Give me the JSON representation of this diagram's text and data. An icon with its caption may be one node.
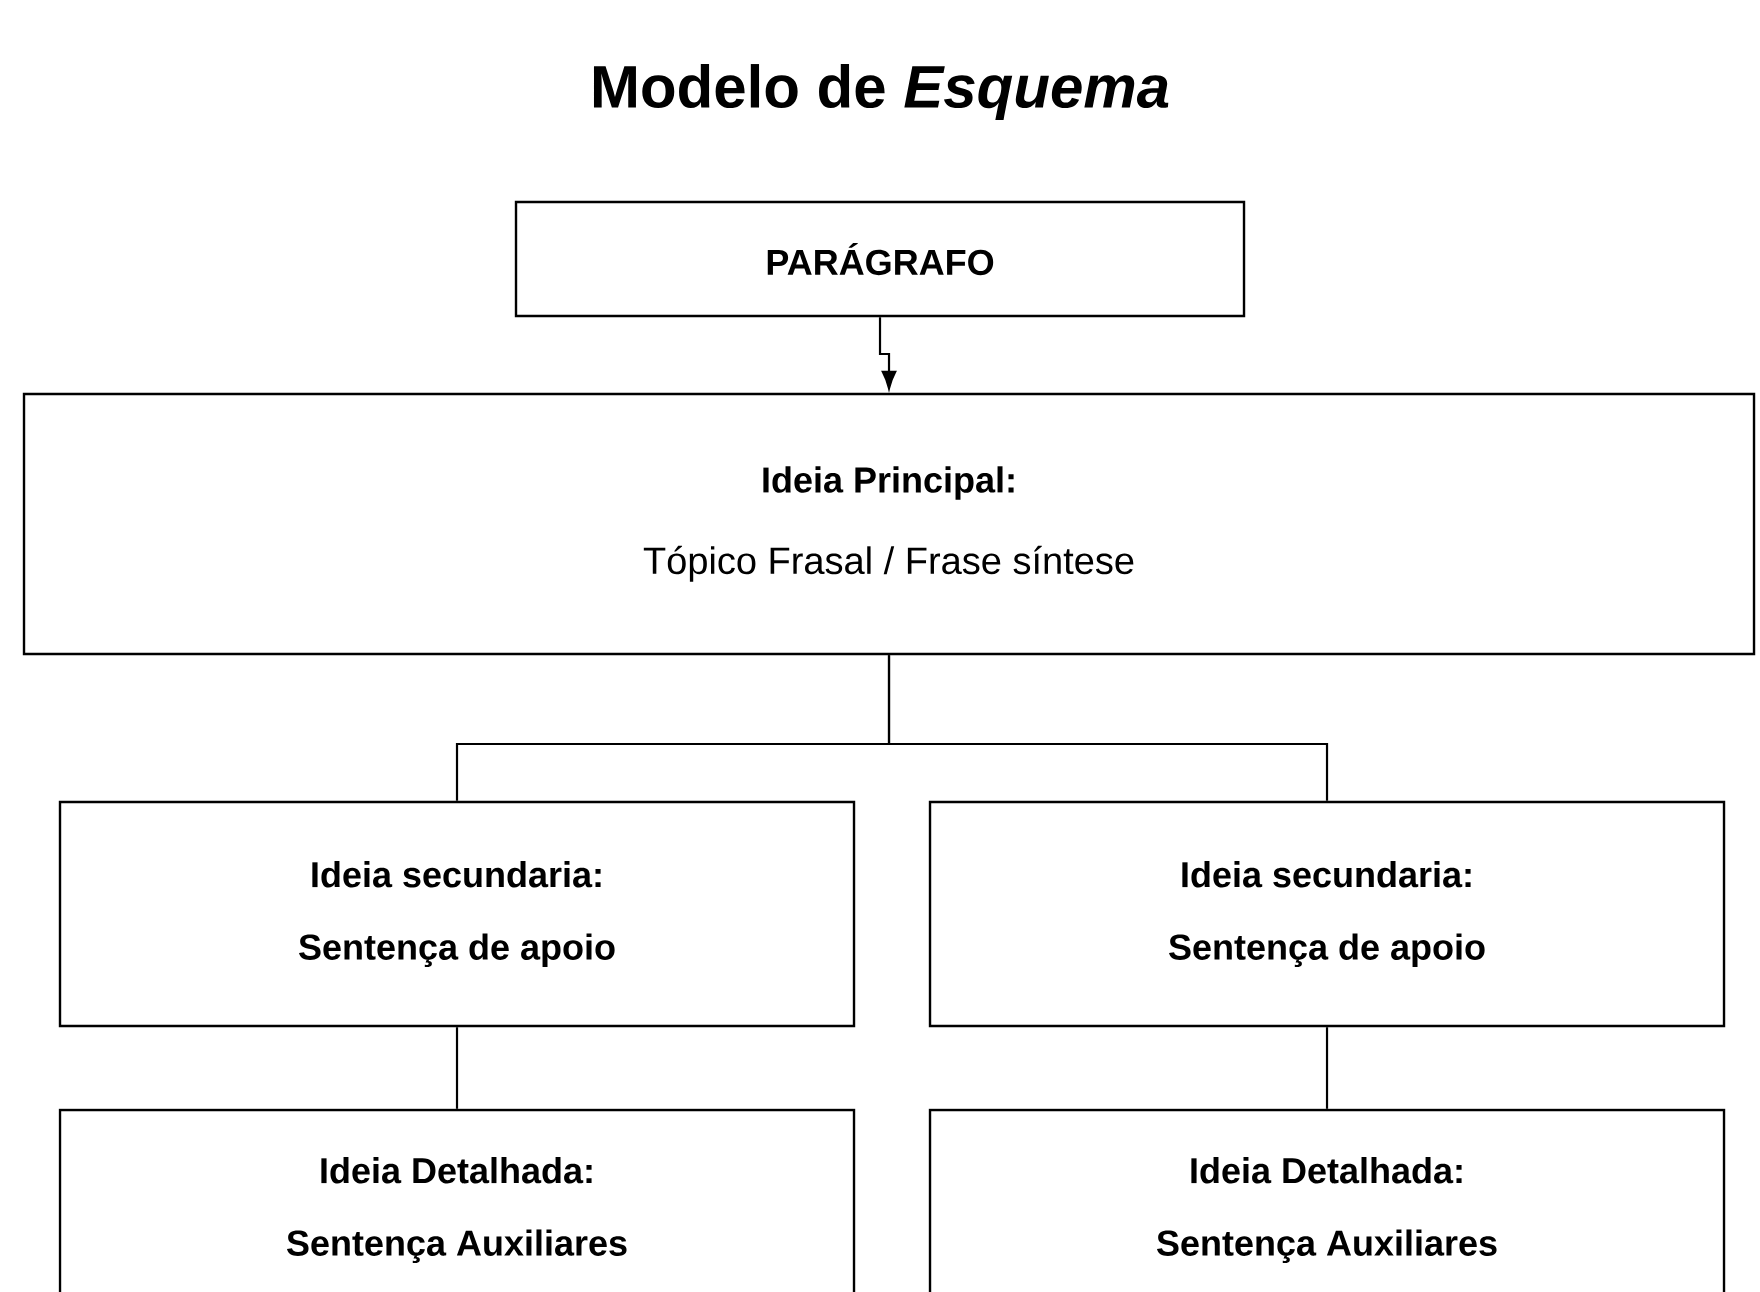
{
  "diagram": {
    "title": "Modelo de *Esquema*",
    "nodes": [
      {
        "text": [
          "PARÁGRAFO"
        ]
      },
      {
        "text": [
          "Ideia Principal:",
          "Tópico Frasal / Frase síntese"
        ]
      },
      {
        "text": [
          "Ideia secundaria:",
          "Sentença de apoio"
        ]
      },
      {
        "text": [
          "Ideia secundaria:",
          "Sentença de apoio"
        ]
      },
      {
        "text": [
          "Ideia Detalhada:",
          "Sentença Auxiliares"
        ]
      },
      {
        "text": [
          "Ideia Detalhada:",
          "Sentença Auxiliares"
        ]
      }
    ],
    "edges": [
      {
        "from": 0,
        "to": 1,
        "arrow": "to"
      },
      {
        "from": 1,
        "to": 2,
        "arrow": "none"
      },
      {
        "from": 1,
        "to": 3,
        "arrow": "none"
      },
      {
        "from": 2,
        "to": 4,
        "arrow": "none"
      },
      {
        "from": 3,
        "to": 5,
        "arrow": "none"
      }
    ]
  }
}
